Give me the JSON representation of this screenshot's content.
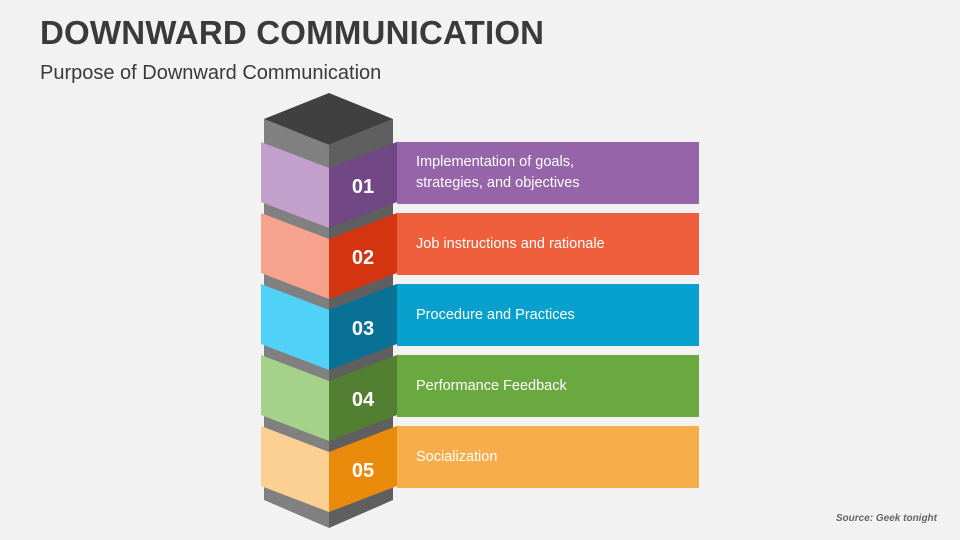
{
  "title": "DOWNWARD COMMUNICATION",
  "subtitle": "Purpose of Downward Communication",
  "source": "Source: Geek tonight",
  "column_colors": {
    "top": "#404040",
    "left": "#808080",
    "right": "#5f5f5f"
  },
  "items": [
    {
      "number": "01",
      "text": "Implementation of goals,\nstrategies, and objectives",
      "light": "#c39fcb",
      "dark": "#714785",
      "bar": "#9664a8"
    },
    {
      "number": "02",
      "text": "Job instructions and rationale",
      "light": "#f6a28c",
      "dark": "#d4340f",
      "bar": "#f05f3c"
    },
    {
      "number": "03",
      "text": "Procedure and Practices",
      "light": "#50d2f8",
      "dark": "#087195",
      "bar": "#08a0cc"
    },
    {
      "number": "04",
      "text": "Performance Feedback",
      "light": "#a6d18a",
      "dark": "#537f33",
      "bar": "#6aa840"
    },
    {
      "number": "05",
      "text": "Socialization",
      "light": "#fccf92",
      "dark": "#ea8a0b",
      "bar": "#f8ad4b"
    }
  ]
}
